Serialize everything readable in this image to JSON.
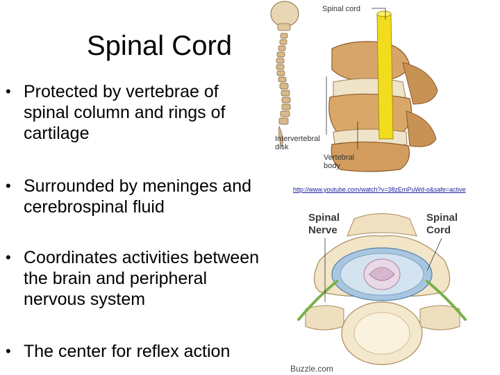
{
  "slide": {
    "title": "Spinal Cord",
    "bullets": [
      "Protected by vertebrae of spinal column and rings of cartilage",
      "Surrounded by meninges and cerebrospinal fluid",
      "Coordinates activities between the brain and peripheral nervous system",
      "The center for reflex action"
    ],
    "bullet_glyph": "•"
  },
  "figure_top": {
    "label_spinal_cord": "Spinal cord",
    "label_intervertebral_disk": "Intervertebral\ndisk",
    "label_vertebral_body": "Vertebral\nbody"
  },
  "link": "http://www.youtube.com/watch?v=38zEmPuWd-o&safe=active",
  "figure_bottom": {
    "label_spinal_nerve": "Spinal\nNerve",
    "label_spinal_cord": "Spinal\nCord",
    "credit": "Buzzle.com"
  }
}
